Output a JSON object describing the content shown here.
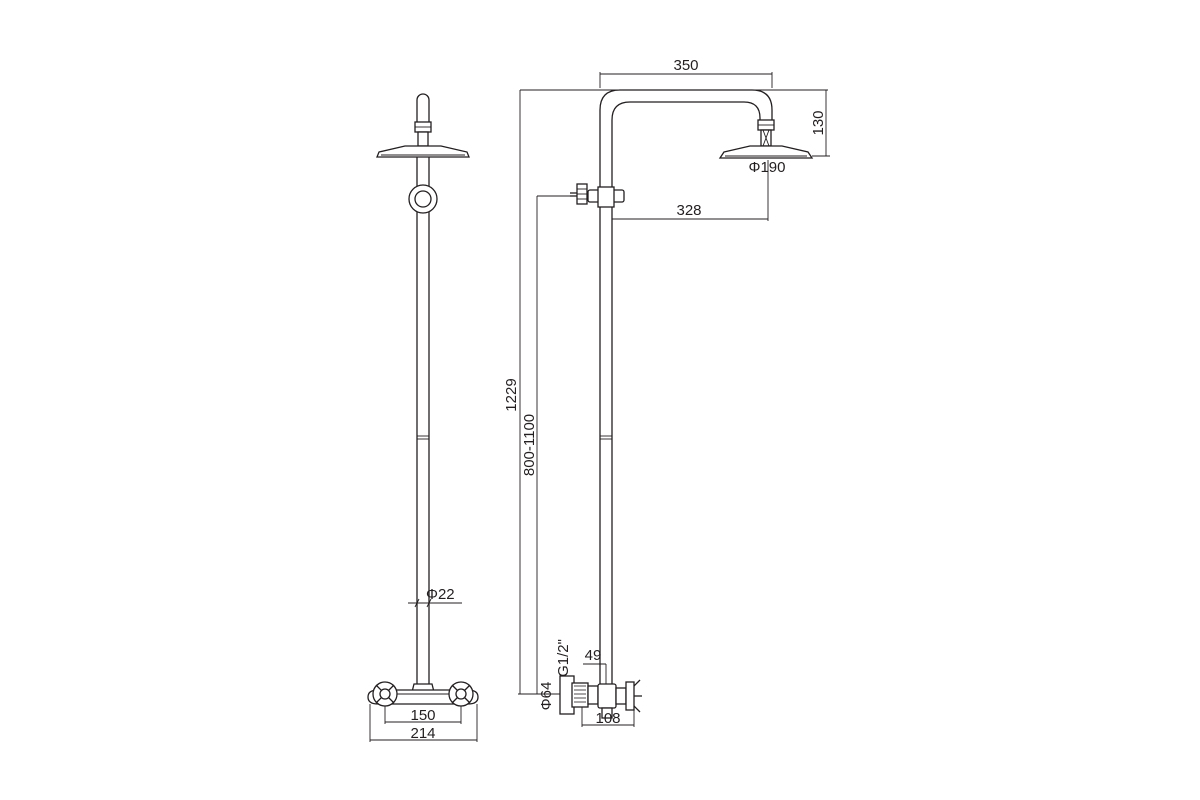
{
  "dimensions": {
    "pipe_diameter": "Φ22",
    "valve_centers": "150",
    "valve_width": "214",
    "arm_reach": "350",
    "head_drop": "130",
    "head_diameter": "Φ190",
    "holder_reach": "328",
    "total_height": "1229",
    "holder_height": "800-1100",
    "thread": "G1/2\"",
    "flange_diameter": "Φ64",
    "wall_offset": "49",
    "valve_depth": "108"
  },
  "colors": {
    "line": "#231f20",
    "background": "#ffffff"
  }
}
